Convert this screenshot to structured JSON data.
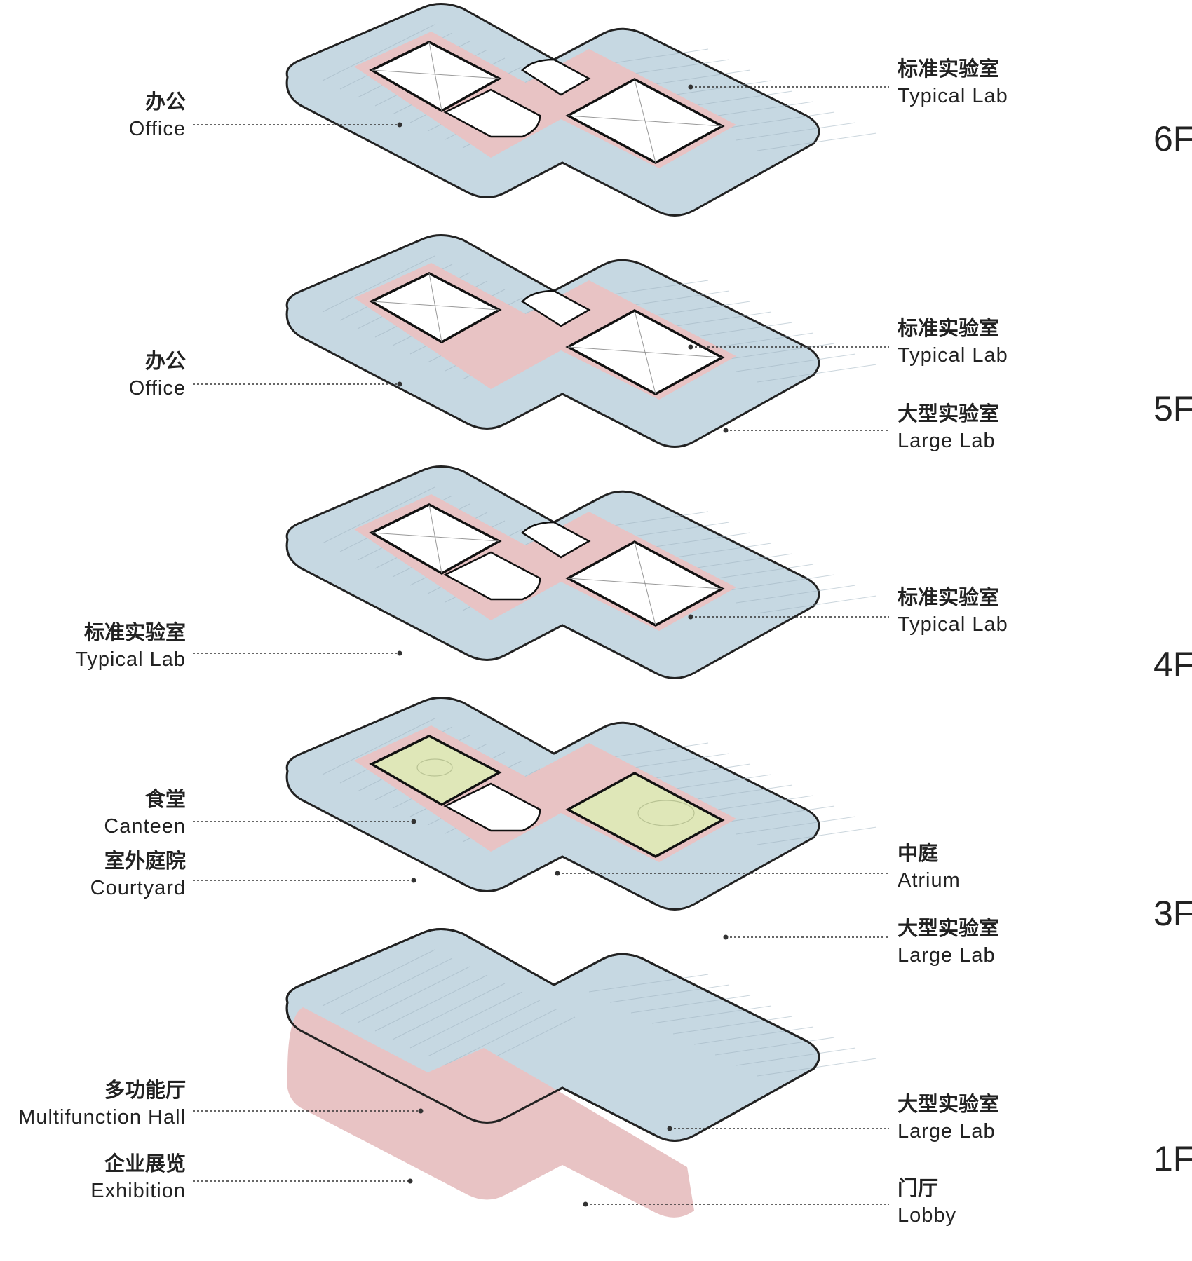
{
  "colors": {
    "slab": "#c6d8e2",
    "corridor": "#e8c3c4",
    "courtyard_green": "#dfe7b8",
    "void": "#ffffff",
    "outline": "#222222"
  },
  "floors": [
    {
      "id": "6F",
      "label": "6F",
      "left_labels": [
        {
          "zh": "办公",
          "en": "Office"
        }
      ],
      "right_labels": [
        {
          "zh": "标准实验室",
          "en": "Typical Lab"
        }
      ]
    },
    {
      "id": "5F",
      "label": "5F",
      "left_labels": [
        {
          "zh": "办公",
          "en": "Office"
        }
      ],
      "right_labels": [
        {
          "zh": "标准实验室",
          "en": "Typical Lab"
        },
        {
          "zh": "大型实验室",
          "en": "Large Lab"
        }
      ]
    },
    {
      "id": "4F",
      "label": "4F",
      "left_labels": [
        {
          "zh": "标准实验室",
          "en": "Typical Lab"
        }
      ],
      "right_labels": [
        {
          "zh": "标准实验室",
          "en": "Typical Lab"
        }
      ]
    },
    {
      "id": "3F",
      "label": "3F",
      "left_labels": [
        {
          "zh": "食堂",
          "en": "Canteen"
        },
        {
          "zh": "室外庭院",
          "en": "Courtyard"
        }
      ],
      "right_labels": [
        {
          "zh": "中庭",
          "en": "Atrium"
        },
        {
          "zh": "大型实验室",
          "en": "Large Lab"
        }
      ]
    },
    {
      "id": "1F",
      "label": "1F",
      "left_labels": [
        {
          "zh": "多功能厅",
          "en": "Multifunction Hall"
        },
        {
          "zh": "企业展览",
          "en": "Exhibition"
        }
      ],
      "right_labels": [
        {
          "zh": "大型实验室",
          "en": "Large Lab"
        },
        {
          "zh": "门厅",
          "en": "Lobby"
        }
      ]
    }
  ]
}
